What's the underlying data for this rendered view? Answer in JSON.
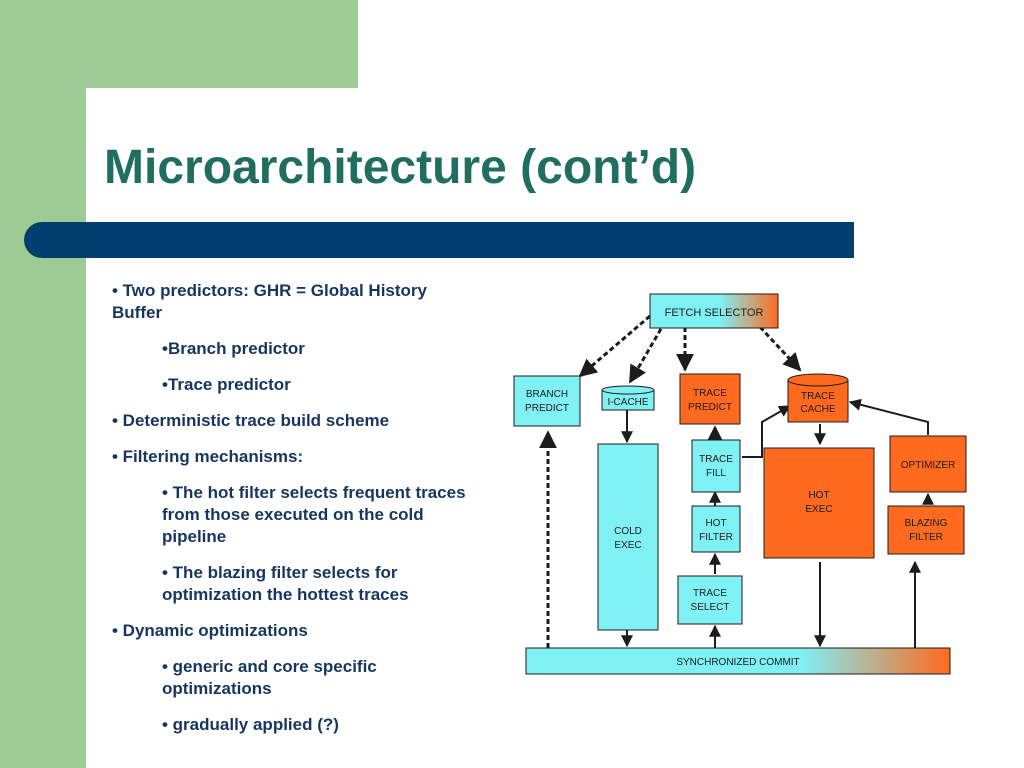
{
  "slide": {
    "title": "Microarchitecture (cont’d)",
    "bullets": [
      {
        "level": 1,
        "text": "• Two predictors: GHR = Global History Buffer"
      },
      {
        "level": 2,
        "text": "•Branch predictor"
      },
      {
        "level": 2,
        "text": "•Trace predictor"
      },
      {
        "level": 1,
        "text": "• Deterministic trace build scheme"
      },
      {
        "level": 1,
        "text": "• Filtering mechanisms:"
      },
      {
        "level": 2,
        "text": "• The hot filter selects frequent traces from those executed on the cold pipeline"
      },
      {
        "level": 2,
        "text": "• The blazing filter selects for optimization the hottest traces"
      },
      {
        "level": 1,
        "text": "• Dynamic optimizations"
      },
      {
        "level": 2,
        "text": "• generic and core specific optimizations"
      },
      {
        "level": 2,
        "text": "• gradually applied (?)"
      }
    ]
  },
  "diagram": {
    "boxes": {
      "fetch_selector": "FETCH SELECTOR",
      "branch_predict_1": "BRANCH",
      "branch_predict_2": "PREDICT",
      "icache": "I-CACHE",
      "trace_predict_1": "TRACE",
      "trace_predict_2": "PREDICT",
      "trace_cache_1": "TRACE",
      "trace_cache_2": "CACHE",
      "trace_fill_1": "TRACE",
      "trace_fill_2": "FILL",
      "cold_exec_1": "COLD",
      "cold_exec_2": "EXEC",
      "hot_filter_1": "HOT",
      "hot_filter_2": "FILTER",
      "trace_select_1": "TRACE",
      "trace_select_2": "SELECT",
      "hot_exec_1": "HOT",
      "hot_exec_2": "EXEC",
      "optimizer": "OPTIMIZER",
      "blazing_filter_1": "BLAZING",
      "blazing_filter_2": "FILTER",
      "synchronized_commit": "SYNCHRONIZED COMMIT"
    },
    "colors": {
      "cyan": "#7ff0f4",
      "orange": "#ff6a1e",
      "outline": "#1c1c1c",
      "arrow": "#1c1c1c"
    }
  }
}
